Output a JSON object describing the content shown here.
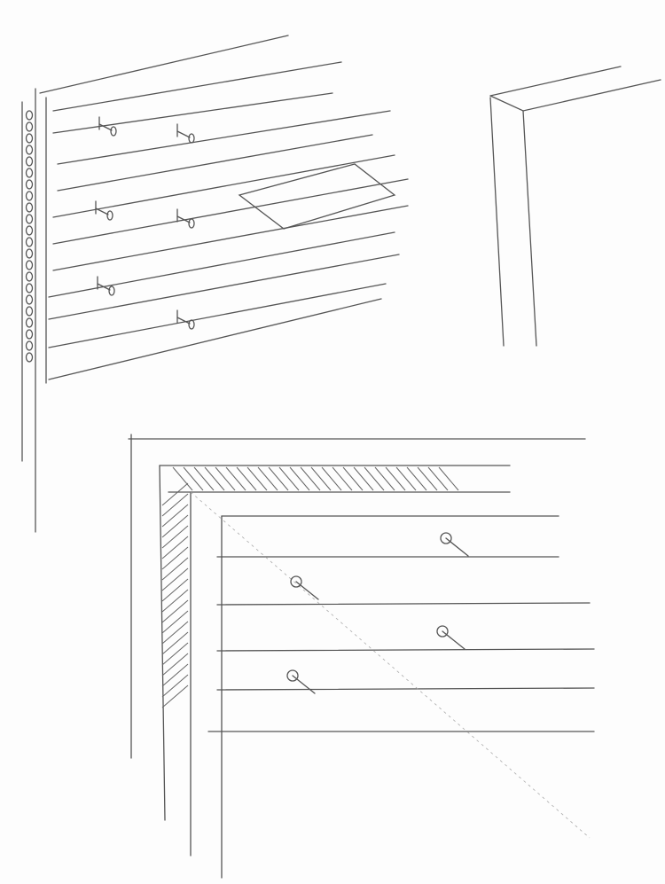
{
  "colors": {
    "paper": "#fdfdfd",
    "pencil": "#555555",
    "light_pencil": "#888888"
  },
  "sketches": [
    {
      "name": "pegboard-shelf-perspective",
      "nails": 6
    },
    {
      "name": "corner-post-perspective"
    },
    {
      "name": "hatched-corner-with-rails",
      "nails": 4
    }
  ]
}
